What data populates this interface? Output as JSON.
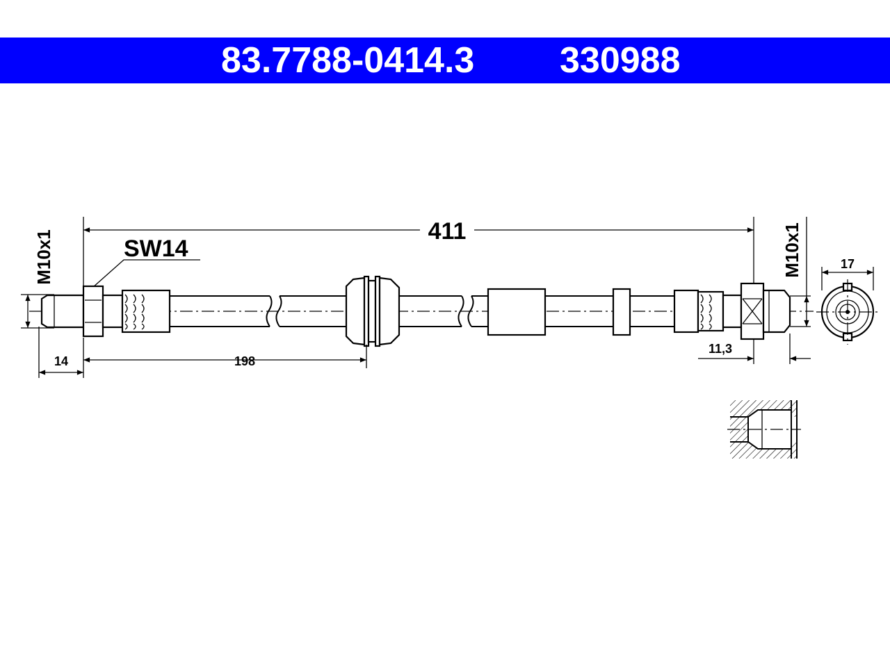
{
  "header": {
    "part_number": "83.7788-0414.3",
    "ref_number": "330988",
    "bg_color": "#0000ff",
    "text_color": "#ffffff"
  },
  "dimensions": {
    "overall_length": "411",
    "wrench_size": "SW14",
    "left_thread": "M10x1",
    "right_thread": "M10x1",
    "left_thread_length": "14",
    "to_bracket": "198",
    "right_offset": "11,3",
    "end_view_width": "17"
  }
}
